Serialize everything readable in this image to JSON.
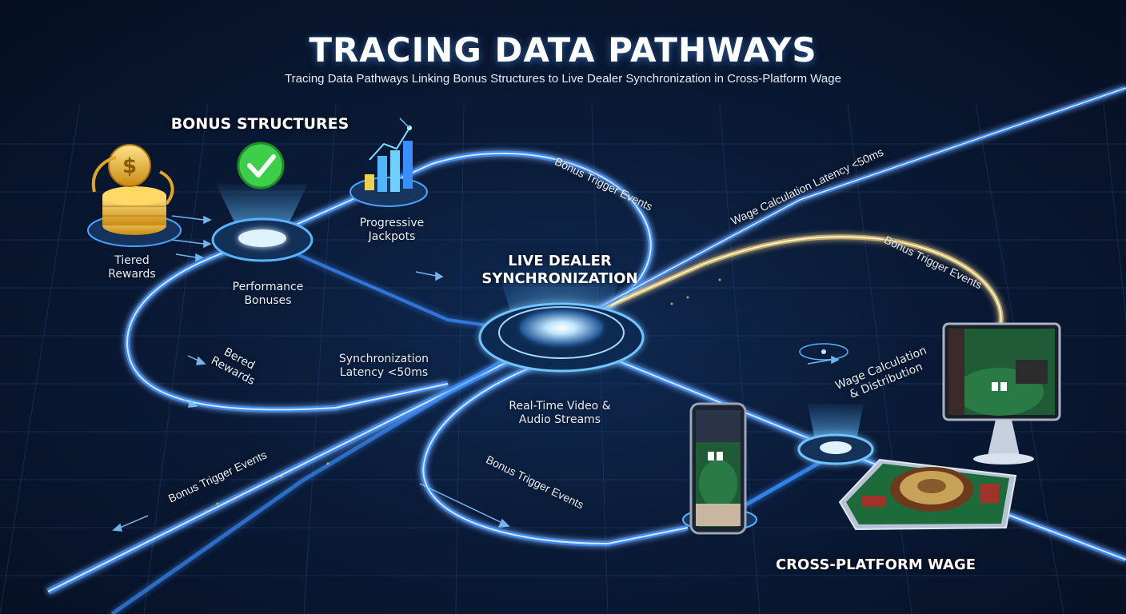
{
  "header": {
    "title": "TRACING DATA PATHWAYS",
    "subtitle": "Tracing Data Pathways Linking Bonus Structures to Live Dealer Synchronization in Cross-Platform Wage"
  },
  "sections": {
    "bonus_structures": "BONUS STRUCTURES",
    "live_dealer": "LIVE DEALER SYNCHRONIZATION",
    "cross_platform": "CROSS-PLATFORM WAGE"
  },
  "nodes": {
    "tiered_rewards": "Tiered Rewards",
    "performance_bonuses": "Performance Bonuses",
    "progressive_jackpots": "Progressive Jackpots",
    "bered_rewards": "Bered Rewards",
    "sync_latency": "Synchronization Latency <50ms",
    "realtime_streams": "Real-Time Video & Audio Streams",
    "wage_calc_distribution": "Wage Calculation & Distribution"
  },
  "flows": {
    "bonus_trigger_top": "Bonus Trigger Events",
    "wage_latency": "Wage Calculation Latency <50ms",
    "bonus_trigger_right": "Bonus Trigger Events",
    "bonus_trigger_bottom": "Bonus Trigger Events",
    "bonus_trigger_left": "Bonus Trigger Events"
  },
  "icons": {
    "coins": "coin-stack-icon",
    "check": "checkmark-icon",
    "jackpot": "bar-chart-icon",
    "phone": "smartphone-icon",
    "monitor": "desktop-monitor-icon",
    "tablet": "tablet-roulette-icon"
  },
  "colors": {
    "background": "#0a1a36",
    "path_glow": "#4fa8ff",
    "path_core": "#bfe3ff",
    "accent_gold": "#f2c14e",
    "check_green": "#3ecf4a",
    "table_green": "#1f6b3a"
  }
}
